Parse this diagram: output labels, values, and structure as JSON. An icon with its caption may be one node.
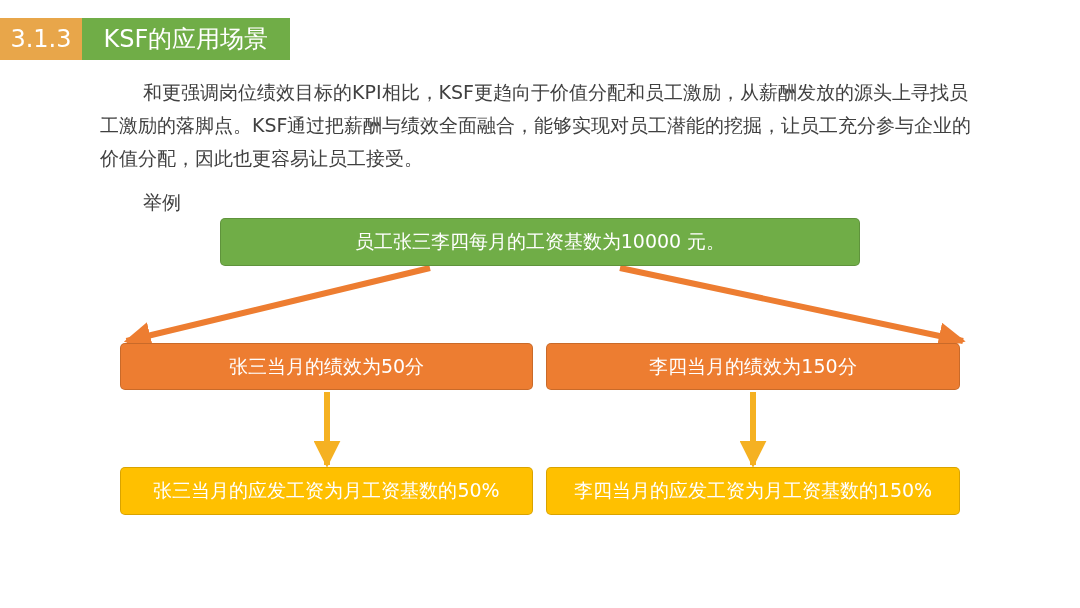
{
  "diagram": {
    "nodes": [
      {
        "text": [
          "3.1.3"
        ]
      },
      {
        "text": [
          "KSF的应用场景"
        ]
      },
      {
        "text": [
          "员工张三李四每月的工资基数为10000 元。"
        ]
      },
      {
        "text": [
          "张三当月的绩效为50分"
        ]
      },
      {
        "text": [
          "李四当月的绩效为150分"
        ]
      },
      {
        "text": [
          "张三当月的应发工资为月工资基数的50%"
        ]
      },
      {
        "text": [
          "李四当月的应发工资为月工资基数的150%"
        ]
      }
    ],
    "edges": [
      {
        "from": 2,
        "to": 3,
        "arrow": "to"
      },
      {
        "from": 2,
        "to": 4,
        "arrow": "to"
      },
      {
        "from": 3,
        "to": 5,
        "arrow": "to"
      },
      {
        "from": 4,
        "to": 6,
        "arrow": "to"
      }
    ],
    "labels": [
      "和更强调岗位绩效目标的KPI相比，KSF更趋向于价值分配和员工激励，从薪酬发放的源头上寻找员工激励的落脚点。KSF通过把薪酬与绩效全面融合，能够实现对员工潜能的挖掘，让员工充分参与企业的价值分配，因此也更容易让员工接受。",
      "举例"
    ]
  }
}
